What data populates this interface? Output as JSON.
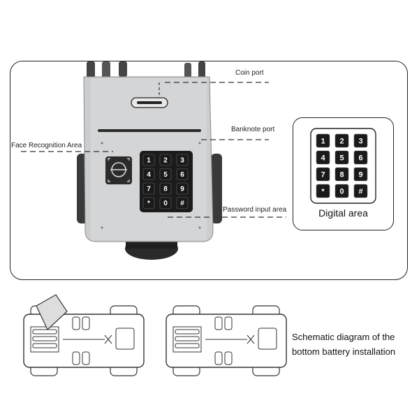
{
  "labels": {
    "coin_port": "Coin port",
    "banknote_port": "Banknote port",
    "face_recognition": "Face Recognition Area",
    "password_input": "Password input area",
    "digital_area": "Digital area"
  },
  "keypad_keys": [
    "1",
    "2",
    "3",
    "4",
    "5",
    "6",
    "7",
    "8",
    "9",
    "*",
    "0",
    "#"
  ],
  "schematic": {
    "line1": "Schematic diagram of the",
    "line2": "bottom battery installation"
  },
  "colors": {
    "key_bg": "#1a1a1a",
    "key_text": "#ffffff",
    "body_gray": "#c9cbcc",
    "dark_gray": "#3a3a3a"
  }
}
